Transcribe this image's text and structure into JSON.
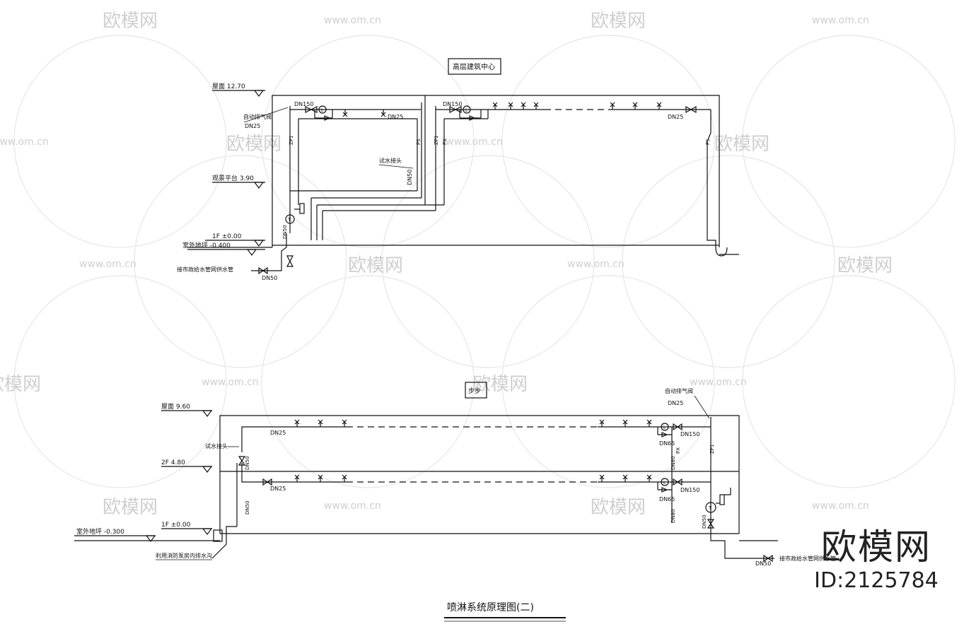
{
  "watermark": {
    "brand_text": "欧模网",
    "site_text": "www.om.cn"
  },
  "badge": {
    "brand": "欧模网",
    "id": "ID:2125784"
  },
  "diagram1": {
    "title_box": "高层建筑中心",
    "levels": {
      "roof": "屋面 12.70",
      "mezz": "观景平台 3.90",
      "ground": "1F ±0.00",
      "outdoor": "室外地坪 -0.400"
    },
    "labels": {
      "dn150_a": "DN150",
      "dn150_b": "DN150",
      "dn25_a": "DN25",
      "dn25_b": "DN25",
      "dn25_c": "DN25",
      "air_valve": "自动排气阀",
      "test_valve": "试水接头",
      "dn50_mid": "DN50",
      "zp1": "ZP1",
      "ps1": "PS",
      "zp2": "ZP1",
      "px2": "PX",
      "ps3": "PS",
      "dn50_low": "DN50",
      "dn50_inlet": "DN50",
      "supply": "接市政给水管网供水管"
    }
  },
  "diagram2": {
    "title_box": "步步",
    "levels": {
      "roof": "屋面 9.60",
      "floor2": "2F 4.80",
      "ground": "1F ±0.00",
      "outdoor": "室外地坪 -0.300"
    },
    "labels": {
      "air_valve": "自动排气阀",
      "dn25_air": "DN25",
      "test_valve": "试水接头",
      "dn50_v": "DN50",
      "dn50_riser": "DN50",
      "dn25_up": "DN25",
      "dn25_low": "DN25",
      "dn150_up": "DN150",
      "dn65_up": "DN65",
      "px": "PX",
      "dn80_a": "DN80",
      "dn150_low": "DN150",
      "dn65_low": "DN65",
      "dn80_b": "DN80",
      "zp": "ZP1",
      "dn50_pump": "DN50",
      "drain": "利用消防泵房内排水沟",
      "dn50_inlet": "DN50",
      "supply": "接市政给水管网供水管"
    }
  },
  "caption": "喷淋系统原理图(二)"
}
